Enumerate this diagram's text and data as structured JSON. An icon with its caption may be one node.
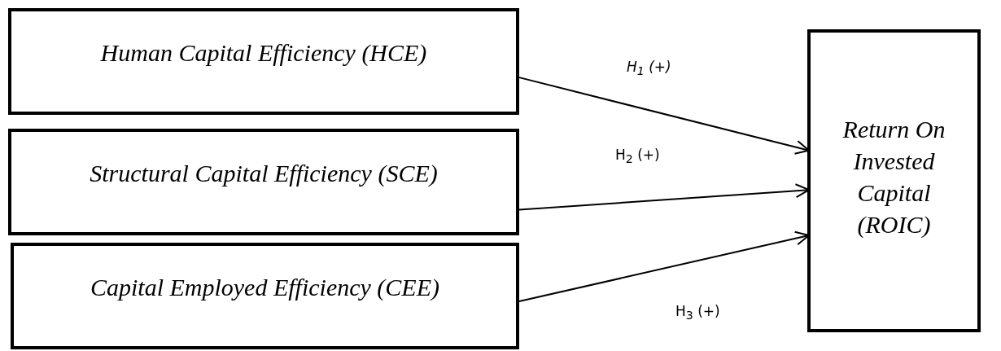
{
  "diagram": {
    "nodes": [
      {
        "text": [
          "Human Capital Efficiency (HCE)"
        ]
      },
      {
        "text": [
          "Structural Capital Efficiency (SCE)"
        ]
      },
      {
        "text": [
          "Capital Employed Efficiency (CEE)"
        ]
      },
      {
        "text": [
          "Return On Invested Capital (ROIC)"
        ]
      }
    ],
    "edges": [
      {
        "from": 0,
        "to": 3,
        "arrow": "to",
        "label": "*H$_{1}$ (+)*"
      },
      {
        "from": 1,
        "to": 3,
        "arrow": "to",
        "label": "H$_{2}$ (+)"
      },
      {
        "from": 2,
        "to": 3,
        "arrow": "to",
        "label": "H$_{3}$ (+)"
      }
    ]
  }
}
